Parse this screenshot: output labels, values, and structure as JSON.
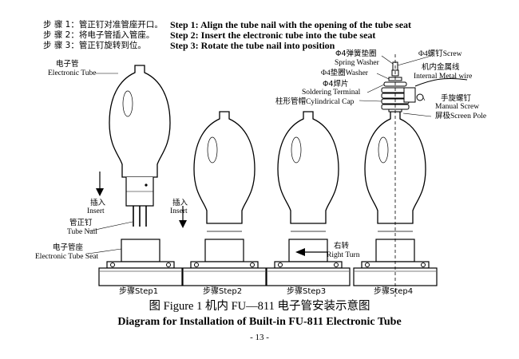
{
  "instructions": {
    "cn": [
      "步 骤 1：管正钉对准管座开口。",
      "步 骤 2：将电子管插入管座。",
      "步 骤 3：管正钉旋转到位。"
    ],
    "en": [
      "Step 1: Align the tube nail with the opening of the tube seat",
      "Step 2: Insert the electronic tube into the tube seat",
      "Step 3: Rotate the tube nail into position"
    ]
  },
  "labels": {
    "electronic_tube_cn": "电子管",
    "electronic_tube_en": "Electronic Tube",
    "insert_cn": "插入",
    "insert_en": "Insert",
    "tube_nail_cn": "管正钉",
    "tube_nail_en": "Tube Nail",
    "tube_seat_cn": "电子管座",
    "tube_seat_en": "Electronic Tube Seat",
    "right_turn_cn": "右转",
    "right_turn_en": "Right Turn",
    "screw": "Φ4螺钉Screw",
    "spring_washer_cn": "Φ4弹簧垫圈",
    "spring_washer_en": "Spring Washer",
    "washer": "Φ4垫圈Washer",
    "internal_wire_cn": "机内金属线",
    "internal_wire_en": "Internal Metal wire",
    "soldering_cn": "Φ4焊片",
    "soldering_en": "Soldering Terminal",
    "cap": "柱形管帽Cylindrical Cap",
    "manual_screw_cn": "手旋螺钉",
    "manual_screw_en": "Manual Screw",
    "screen_pole": "屏极Screen Pole"
  },
  "step_labels": [
    "步骤Step1",
    "步骤Step2",
    "步骤Step3",
    "步骤Step4"
  ],
  "caption": {
    "line1": "图 Figure 1 机内 FU—811 电子管安装示意图",
    "line2": "Diagram for Installation of Built-in FU-811 Electronic Tube"
  },
  "page_number": "- 13 -"
}
